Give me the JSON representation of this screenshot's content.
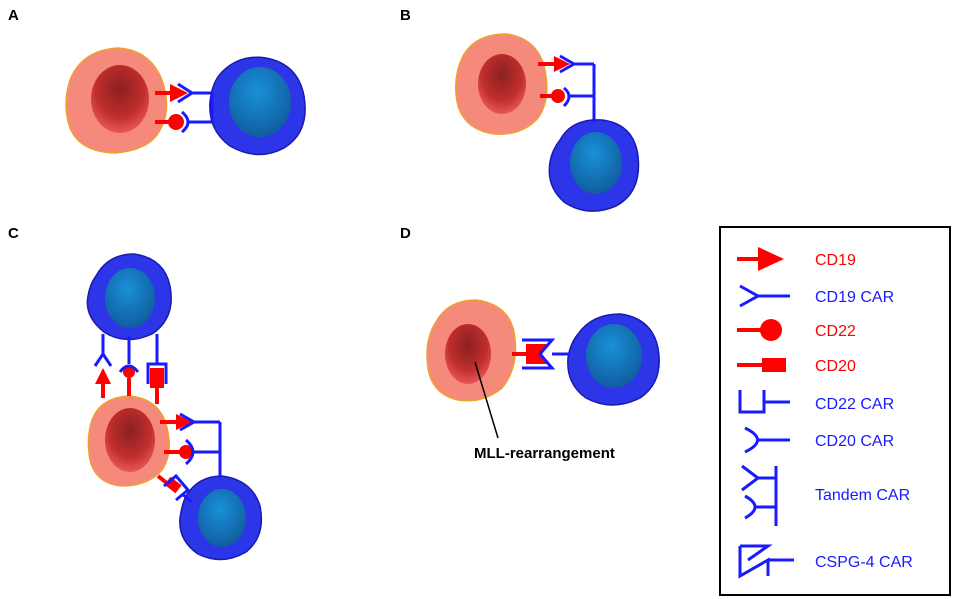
{
  "panels": {
    "a": {
      "label": "A"
    },
    "b": {
      "label": "B"
    },
    "c": {
      "label": "C"
    },
    "d": {
      "label": "D"
    }
  },
  "annotation": {
    "text": "MLL-rearrangement"
  },
  "legend": {
    "items": [
      {
        "label": "CD19",
        "color": "#ff0000",
        "icon": "cd19-arrow-icon"
      },
      {
        "label": "CD19 CAR",
        "color": "#1a1aff",
        "icon": "cd19-car-y-icon"
      },
      {
        "label": "CD22",
        "color": "#ff0000",
        "icon": "cd22-ball-icon"
      },
      {
        "label": "CD20",
        "color": "#ff0000",
        "icon": "cd20-rect-icon"
      },
      {
        "label": "CD22 CAR",
        "color": "#1a1aff",
        "icon": "cd22-car-bracket-icon"
      },
      {
        "label": "CD20 CAR",
        "color": "#1a1aff",
        "icon": "cd20-car-cup-icon"
      },
      {
        "label": "Tandem CAR",
        "color": "#1a1aff",
        "icon": "tandem-car-icon"
      },
      {
        "label": "CSPG-4 CAR",
        "color": "#1a1aff",
        "icon": "cspg4-car-icon"
      }
    ]
  },
  "colors": {
    "antigen": "#ff0000",
    "car": "#1a1aff",
    "tumor_cell": "#f58a7c",
    "tumor_nucleus": "#b82525",
    "t_cell": "#2d35e8",
    "t_nucleus": "#1f7fc4"
  }
}
